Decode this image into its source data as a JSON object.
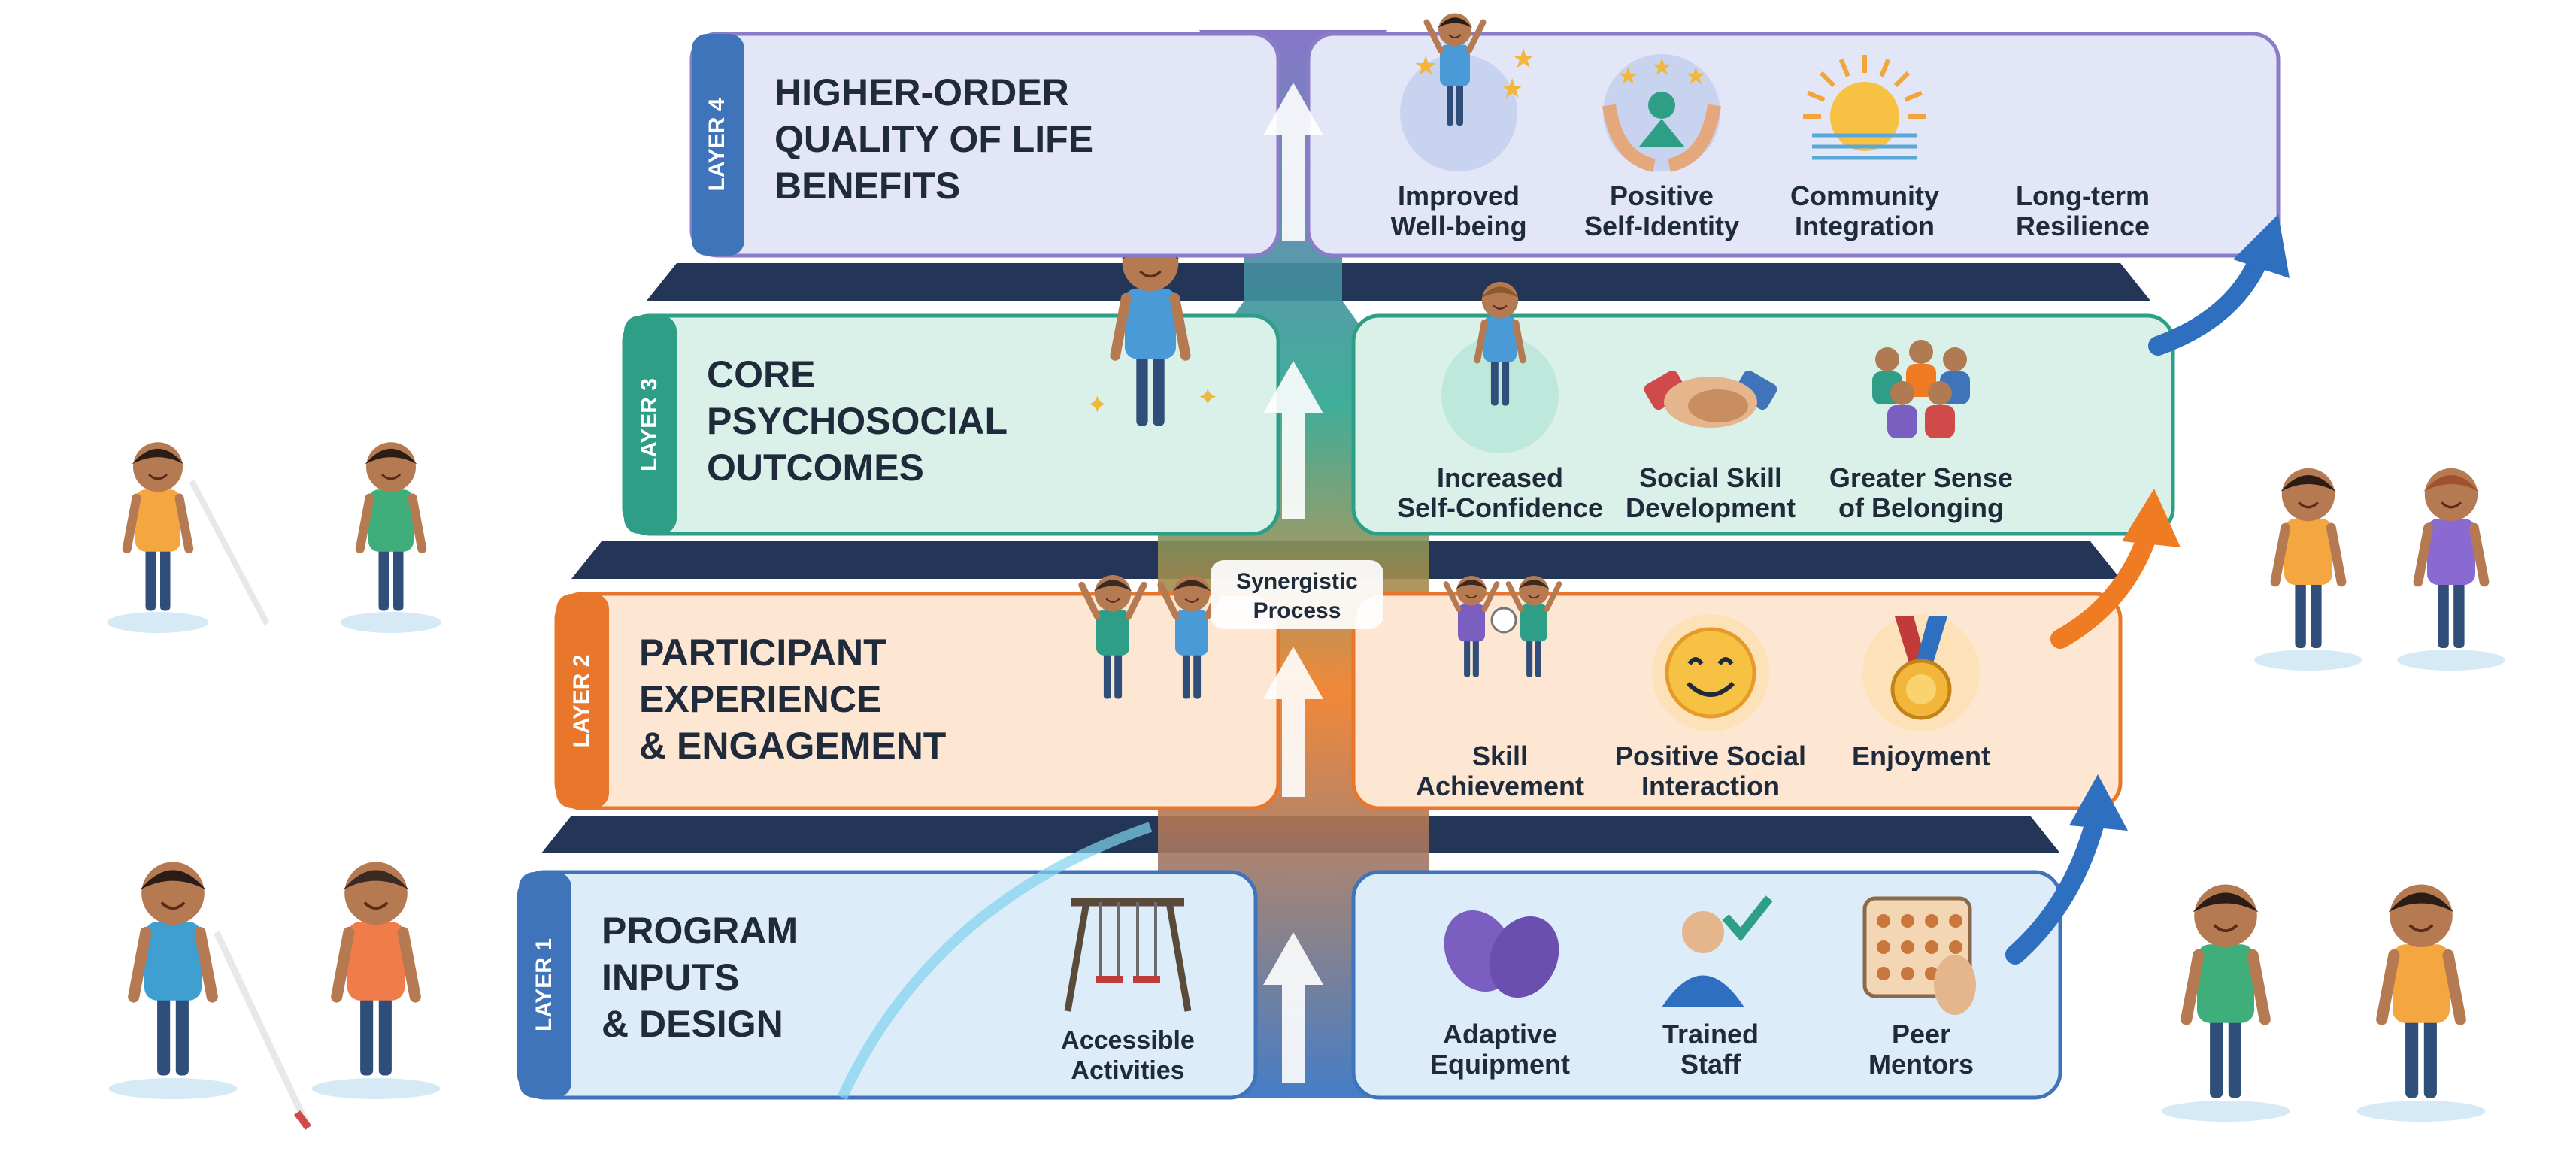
{
  "layers": [
    {
      "tag": "LAYER 1",
      "title": [
        "PROGRAM",
        "INPUTS",
        "& DESIGN"
      ],
      "left_items": [
        {
          "icon": "swing-icon",
          "label": [
            "Accessible",
            "Activities"
          ]
        }
      ],
      "right_items": [
        {
          "icon": "sign-hands-icon",
          "label": [
            "Adaptive",
            "Equipment"
          ]
        },
        {
          "icon": "trained-staff-icon",
          "label": [
            "Trained",
            "Staff"
          ]
        },
        {
          "icon": "braille-hand-icon",
          "label": [
            "Peer",
            "Mentors"
          ]
        }
      ],
      "colors": {
        "tag": "#3f74ba",
        "fill": "#dcecf8",
        "stroke": "#3f74ba"
      }
    },
    {
      "tag": "LAYER 2",
      "title": [
        "PARTICIPANT",
        "EXPERIENCE",
        "& ENGAGEMENT"
      ],
      "left_items": [
        {
          "icon": "cheering-kids-icon",
          "label": []
        }
      ],
      "right_items": [
        {
          "icon": "kids-playing-ball-icon",
          "label": [
            "Skill",
            "Achievement"
          ]
        },
        {
          "icon": "smiley-face-icon",
          "label": [
            "Positive Social",
            "Interaction"
          ]
        },
        {
          "icon": "medal-icon",
          "label": [
            "Enjoyment"
          ]
        }
      ],
      "colors": {
        "tag": "#e8772b",
        "fill": "#fde7d3",
        "stroke": "#e8772b"
      }
    },
    {
      "tag": "LAYER 3",
      "title": [
        "CORE",
        "PSYCHOSOCIAL",
        "OUTCOMES"
      ],
      "left_items": [
        {
          "icon": "confident-kid-icon",
          "label": []
        }
      ],
      "right_items": [
        {
          "icon": "proud-kid-icon",
          "label": [
            "Increased",
            "Self-Confidence"
          ]
        },
        {
          "icon": "handshake-icon",
          "label": [
            "Social Skill",
            "Development"
          ]
        },
        {
          "icon": "group-icon",
          "label": [
            "Greater Sense",
            "of Belonging"
          ]
        }
      ],
      "colors": {
        "tag": "#2e9f86",
        "fill": "#d9f1e9",
        "stroke": "#2e9f86"
      }
    },
    {
      "tag": "LAYER 4",
      "title": [
        "HIGHER-ORDER",
        "QUALITY OF LIFE",
        "BENEFITS"
      ],
      "left_items": [],
      "right_items": [
        {
          "icon": "stars-kid-icon",
          "label": [
            "Improved",
            "Well-being"
          ]
        },
        {
          "icon": "raised-hands-icon",
          "label": [
            "Positive",
            "Self-Identity"
          ]
        },
        {
          "icon": "sunrise-icon",
          "label": [
            "Community",
            "Integration"
          ]
        },
        {
          "icon": "",
          "label": [
            "Long-term",
            "Resilience"
          ]
        }
      ],
      "colors": {
        "tag": "#3f74ba",
        "fill": "#e3e6f6",
        "stroke": "#8a7cc8"
      }
    }
  ],
  "center": {
    "label": [
      "Synergistic",
      "Process"
    ]
  },
  "colors": {
    "dark_slab": "#233658",
    "arrow_blue": "#2f6fc0",
    "arrow_orange": "#ef7b22",
    "ink": "#1f2a3a"
  }
}
